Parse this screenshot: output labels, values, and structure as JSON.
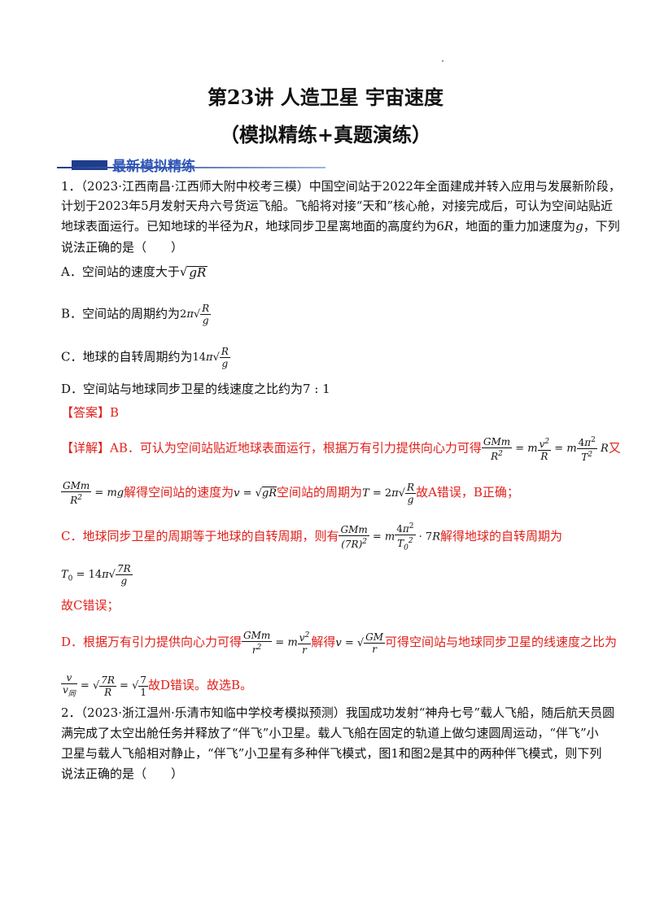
{
  "header": {
    "title": "第23讲 人造卫星 宇宙速度",
    "subtitle": "（模拟精练+真题演练）"
  },
  "section": {
    "label": "最新模拟精练"
  },
  "q1": {
    "line1": "1．（2023·江西南昌·江西师大附中校考三模）中国空间站于2022年全面建成并转入应用与发展新阶段，",
    "line2": "计划于2023年5月发射天舟六号货运飞船。飞船将对接“天和”核心舱，对接完成后，可认为空间站贴近",
    "line3a": "地球表面运行。已知地球的半径为",
    "line3b": "，地球同步卫星离地面的高度约为",
    "line3c": "，地面的重力加速度为",
    "line3d": "，下列",
    "line4": "说法正确的是（　　）",
    "optA": "A．空间站的速度大于",
    "optB": "B．空间站的周期约为",
    "optC": "C．地球的自转周期约为",
    "optD": "D．空间站与地球同步卫星的线速度之比约为",
    "answer": "【答案】B",
    "exp1a": "【详解】AB．可认为空间站贴近地球表面运行，根据万有引力提供向心力可得",
    "exp1b": "又",
    "exp2a": "解得空间站的速度为",
    "exp2b": "空间站的周期为",
    "exp2c": "故A错误，B正确；",
    "exp3a": "C．地球同步卫星的周期等于地球的自转周期，则有",
    "exp3b": "解得地球的自转周期为",
    "exp5": "故C错误；",
    "exp6a": "D．根据万有引力提供向心力可得",
    "exp6b": "解得",
    "exp6c": "可得空间站与地球同步卫星的线速度之比为",
    "exp7": "故D错误。故选B。"
  },
  "q2": {
    "line1": "2．（2023·浙江温州·乐清市知临中学校考模拟预测）我国成功发射“神舟七号”载人飞船，随后航天员圆",
    "line2": "满完成了太空出舱任务并释放了“伴飞”小卫星。载人飞船在固定的轨道上做匀速圆周运动，“伴飞”小",
    "line3": "卫星与载人飞船相对静止，“伴飞”小卫星有多种伴飞模式，图1和图2是其中的两种伴飞模式，则下列",
    "line4": "说法正确的是（　　）"
  },
  "colors": {
    "answer": "#e0201b",
    "banner": "#1f3d8c"
  }
}
